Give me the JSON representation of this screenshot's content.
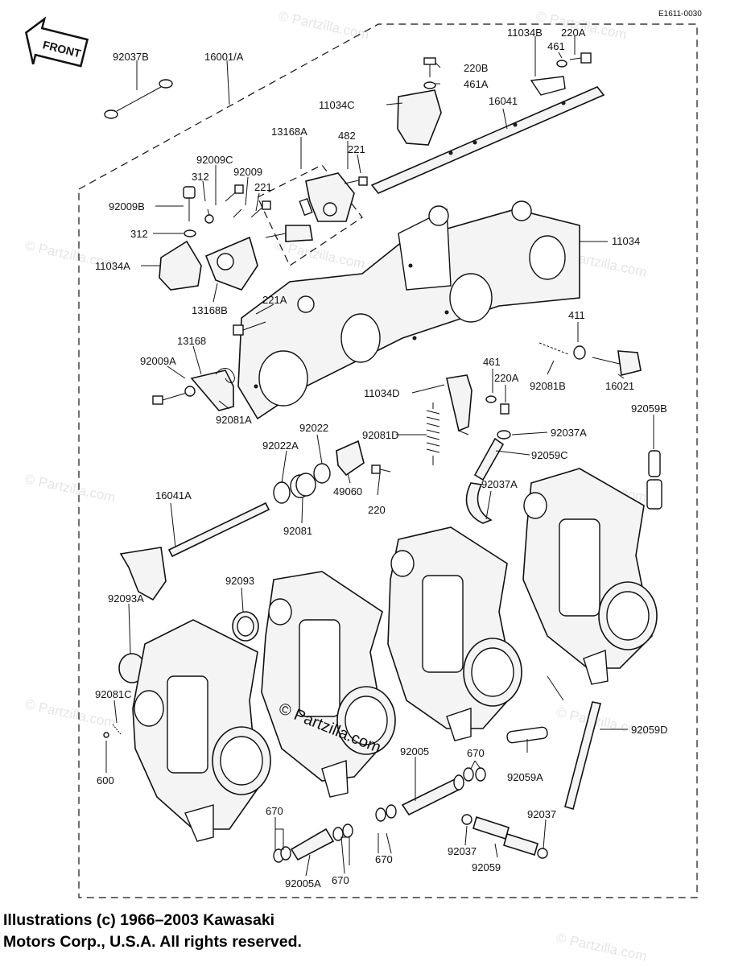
{
  "figure_code": "E1611-0030",
  "front_label": "FRONT",
  "copyright": {
    "line1": "Illustrations (c) 1966–2003 Kawasaki",
    "line2": "Motors Corp., U.S.A.  All rights reserved."
  },
  "watermark": "© Partzilla.com",
  "center_watermark": "© Partzilla.com",
  "callouts": [
    {
      "id": "92037B",
      "text": "92037B"
    },
    {
      "id": "16001A",
      "text": "16001/A"
    },
    {
      "id": "11034B",
      "text": "11034B"
    },
    {
      "id": "220A_top",
      "text": "220A"
    },
    {
      "id": "461_top",
      "text": "461"
    },
    {
      "id": "220B",
      "text": "220B"
    },
    {
      "id": "461A",
      "text": "461A"
    },
    {
      "id": "11034C",
      "text": "11034C"
    },
    {
      "id": "16041",
      "text": "16041"
    },
    {
      "id": "13168A",
      "text": "13168A"
    },
    {
      "id": "482",
      "text": "482"
    },
    {
      "id": "221_top",
      "text": "221"
    },
    {
      "id": "92009C",
      "text": "92009C"
    },
    {
      "id": "312_top",
      "text": "312"
    },
    {
      "id": "92009",
      "text": "92009"
    },
    {
      "id": "221_left",
      "text": "221"
    },
    {
      "id": "92009B",
      "text": "92009B"
    },
    {
      "id": "312_bot",
      "text": "312"
    },
    {
      "id": "11034A",
      "text": "11034A"
    },
    {
      "id": "13168B",
      "text": "13168B"
    },
    {
      "id": "11034",
      "text": "11034"
    },
    {
      "id": "221A",
      "text": "221A"
    },
    {
      "id": "411",
      "text": "411"
    },
    {
      "id": "13168",
      "text": "13168"
    },
    {
      "id": "92009A",
      "text": "92009A"
    },
    {
      "id": "461_mid",
      "text": "461"
    },
    {
      "id": "220A_mid",
      "text": "220A"
    },
    {
      "id": "92081B",
      "text": "92081B"
    },
    {
      "id": "16021",
      "text": "16021"
    },
    {
      "id": "11034D",
      "text": "11034D"
    },
    {
      "id": "92081A",
      "text": "92081A"
    },
    {
      "id": "92022",
      "text": "92022"
    },
    {
      "id": "92081D",
      "text": "92081D"
    },
    {
      "id": "92037A_r",
      "text": "92037A"
    },
    {
      "id": "92059B",
      "text": "92059B"
    },
    {
      "id": "92022A",
      "text": "92022A"
    },
    {
      "id": "92059C",
      "text": "92059C"
    },
    {
      "id": "92037A_l",
      "text": "92037A"
    },
    {
      "id": "16041A",
      "text": "16041A"
    },
    {
      "id": "49060",
      "text": "49060"
    },
    {
      "id": "220",
      "text": "220"
    },
    {
      "id": "92081",
      "text": "92081"
    },
    {
      "id": "92093",
      "text": "92093"
    },
    {
      "id": "92093A",
      "text": "92093A"
    },
    {
      "id": "92081C",
      "text": "92081C"
    },
    {
      "id": "600",
      "text": "600"
    },
    {
      "id": "92059D",
      "text": "92059D"
    },
    {
      "id": "92005",
      "text": "92005"
    },
    {
      "id": "670_r",
      "text": "670"
    },
    {
      "id": "92059A",
      "text": "92059A"
    },
    {
      "id": "670_l",
      "text": "670"
    },
    {
      "id": "670_mid",
      "text": "670"
    },
    {
      "id": "92037",
      "text": "92037"
    },
    {
      "id": "670_bl",
      "text": "670"
    },
    {
      "id": "92037_b",
      "text": "92037"
    },
    {
      "id": "92059",
      "text": "92059"
    },
    {
      "id": "92005A",
      "text": "92005A"
    }
  ]
}
